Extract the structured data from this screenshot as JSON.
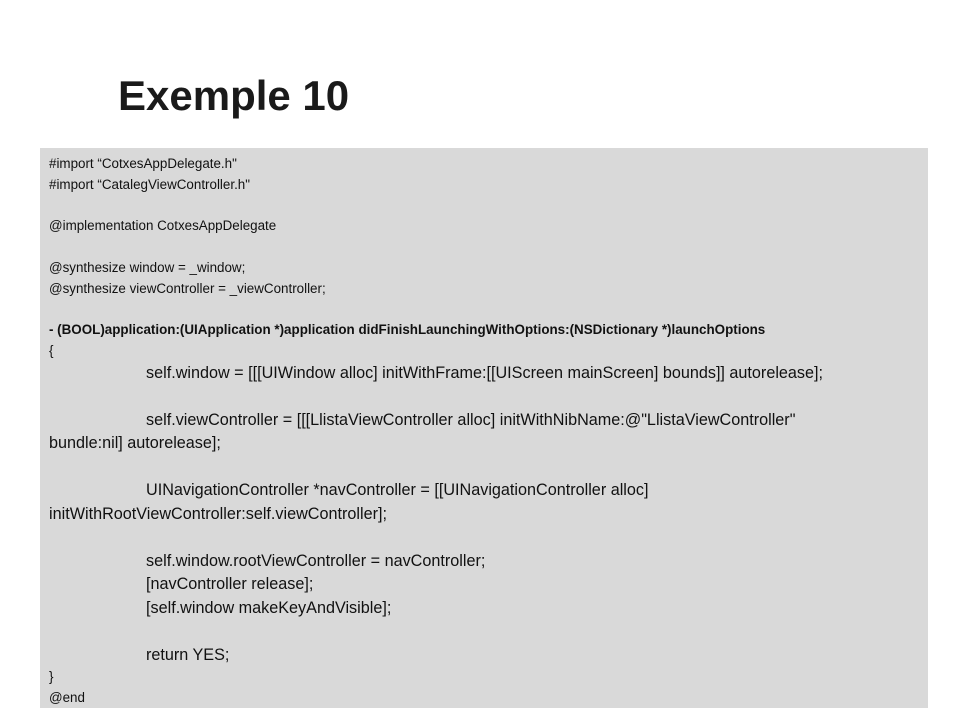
{
  "slide": {
    "title": "Exemple 10"
  },
  "code": {
    "line_01": "#import “CotxesAppDelegate.h\"",
    "line_02": "#import “CatalegViewController.h\"",
    "line_03": "@implementation  CotxesAppDelegate",
    "line_04": "@synthesize window  = _window;",
    "line_05": "@synthesize viewController  = _viewController;",
    "line_06": "- (BOOL)application:(UIApplication  *)application  didFinishLaunchingWithOptions:(NSDictionary  *)launchOptions",
    "line_07": "{",
    "line_08": "self.window = [[[UIWindow alloc] initWithFrame:[[UIScreen mainScreen] bounds]] autorelease];",
    "line_09": "self.viewController = [[[LlistaViewController alloc] initWithNibName:@\"LlistaViewController\"",
    "line_10": "bundle:nil] autorelease];",
    "line_11": "UINavigationController *navController = [[UINavigationController alloc]",
    "line_12": "initWithRootViewController:self.viewController];",
    "line_13": "self.window.rootViewController = navController;",
    "line_14": "[navController  release];",
    "line_15": "[self.window makeKeyAndVisible];",
    "line_16": "return YES;",
    "line_17": "}",
    "line_18": "@end"
  }
}
